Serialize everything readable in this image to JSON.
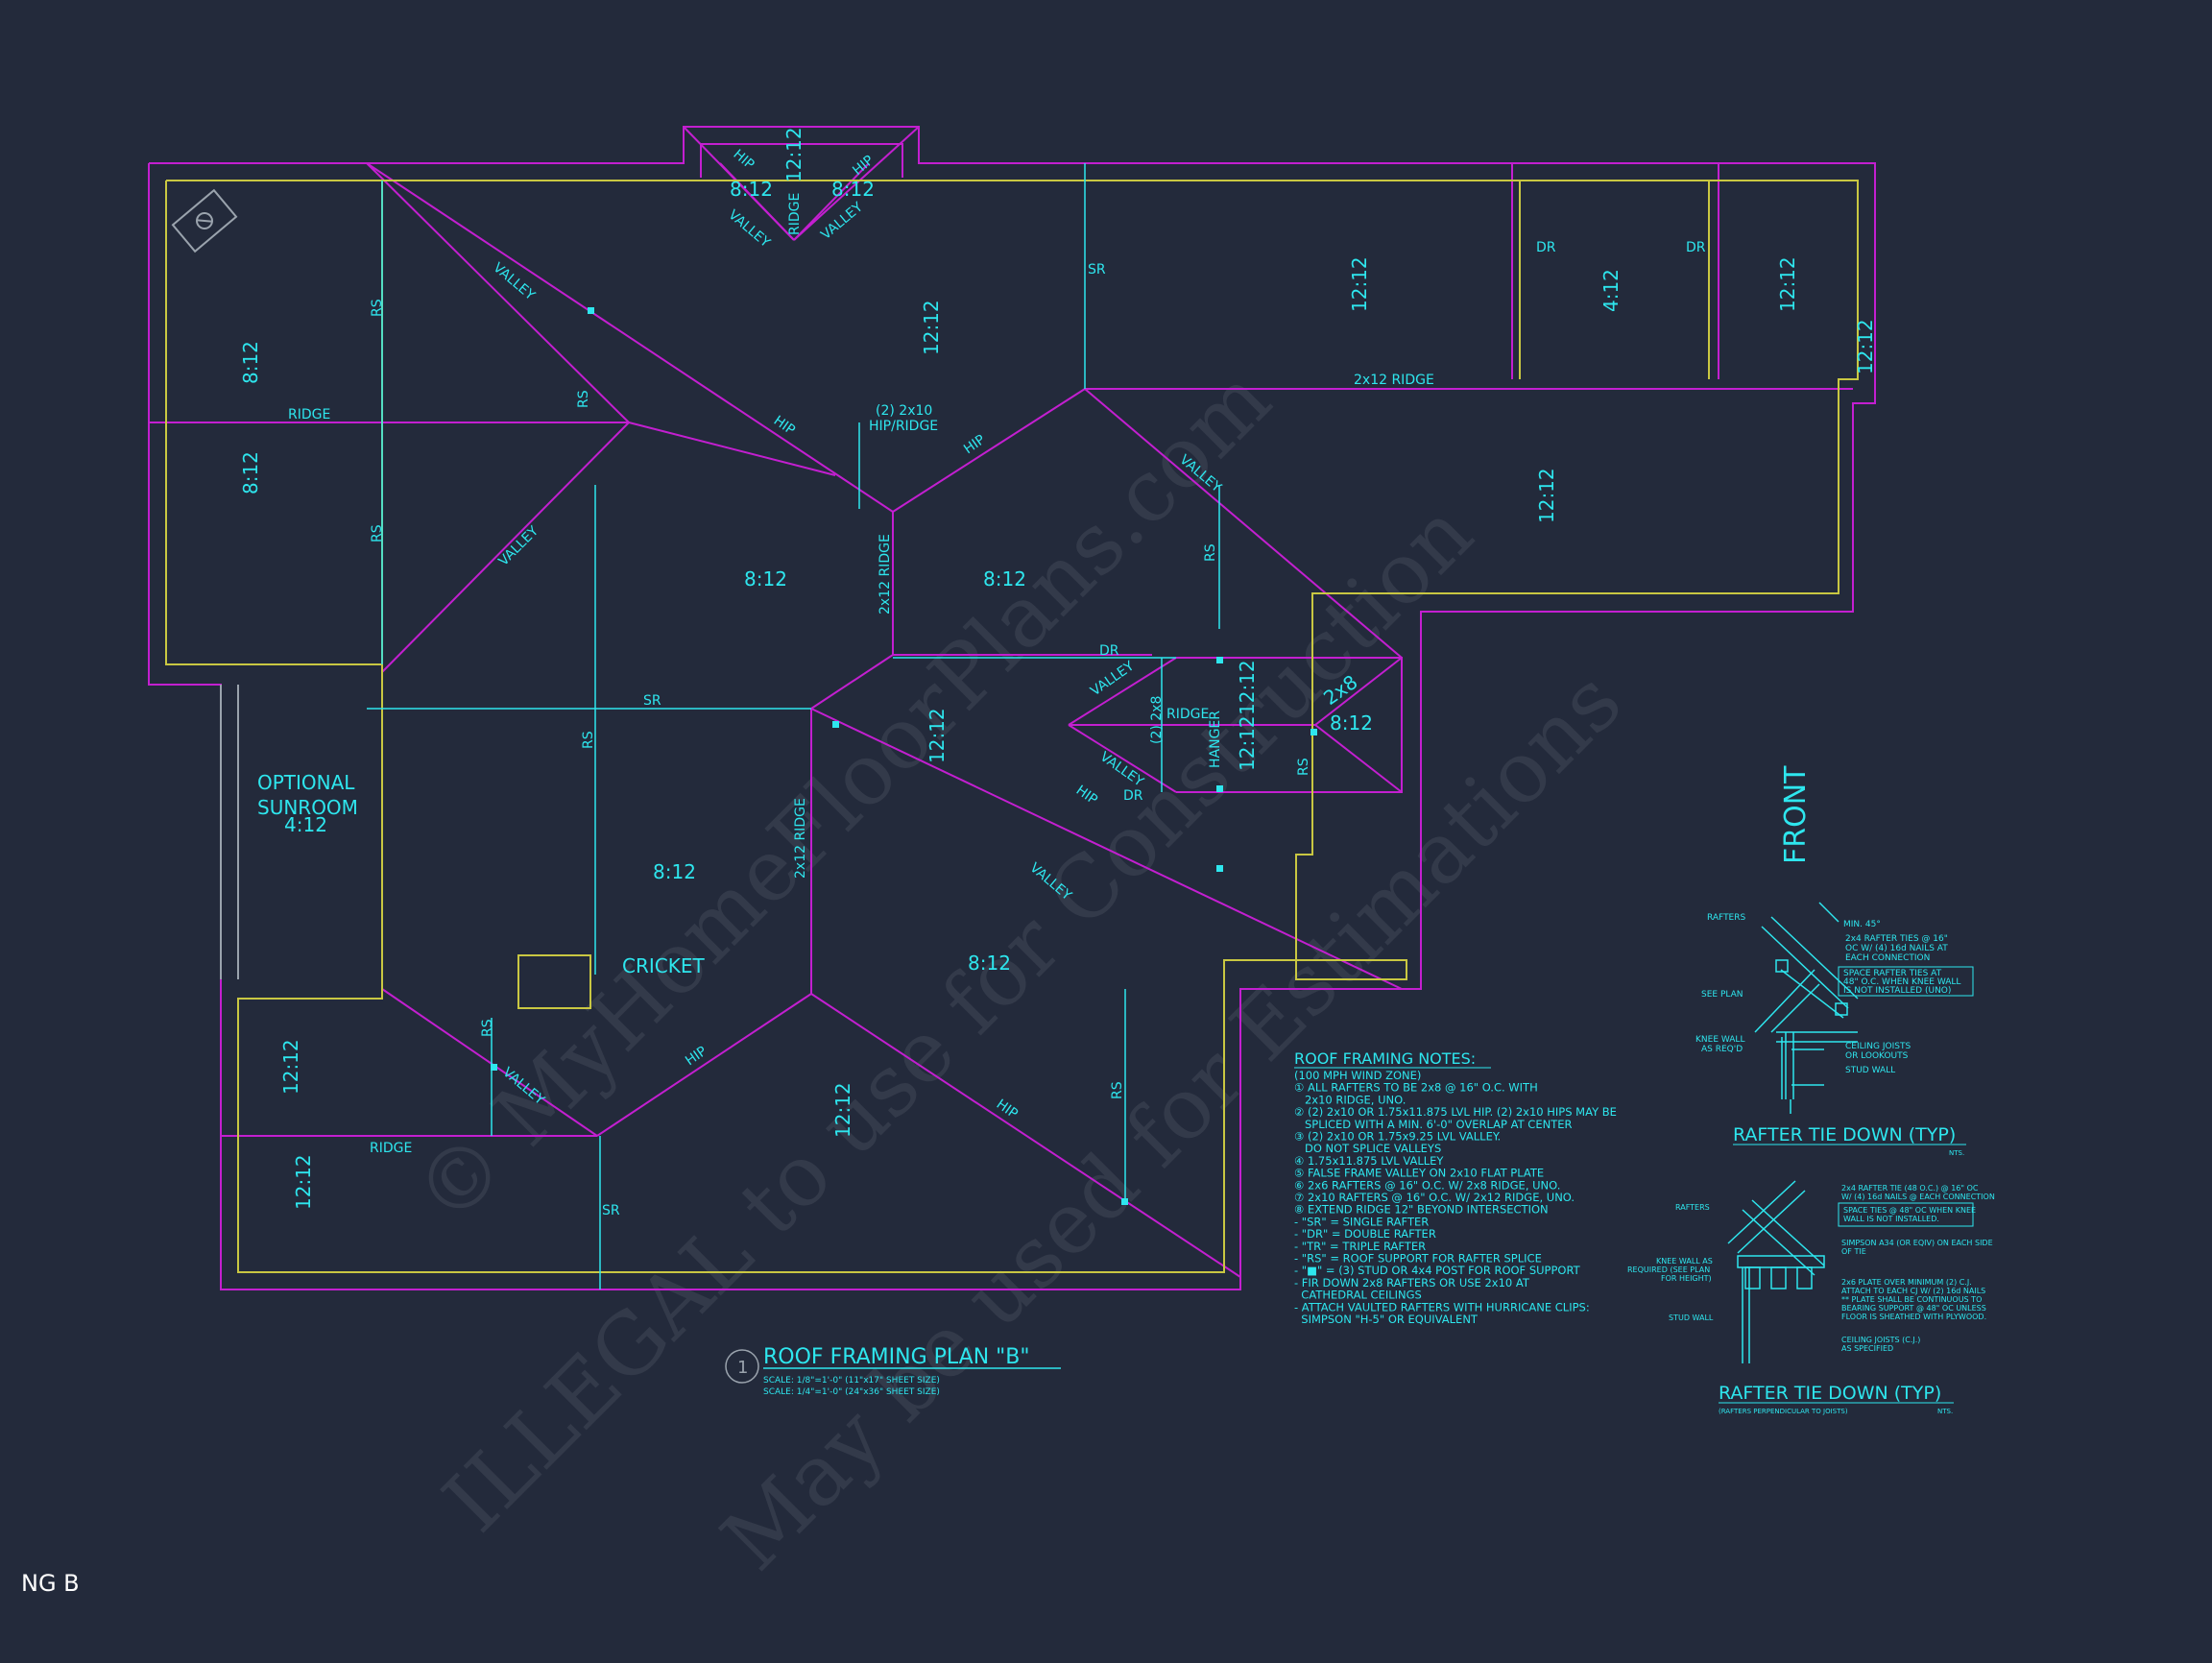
{
  "colors": {
    "background": "#232a3b",
    "cyan": "#2ee6ee",
    "magenta": "#c31fd0",
    "yellow": "#c9c742",
    "gray": "#9aa3ad"
  },
  "sheet_code": "NG B",
  "front_label": "FRONT",
  "plan": {
    "title": "ROOF FRAMING PLAN \"B\"",
    "number": "1",
    "scale_1": "SCALE: 1/8\"=1'-0\" (11\"x17\" SHEET SIZE)",
    "scale_2": "SCALE: 1/4\"=1'-0\" (24\"x36\" SHEET SIZE)",
    "optional_sunroom": [
      "OPTIONAL",
      "SUNROOM"
    ],
    "cricket": "CRICKET",
    "hip_ridge_callout": [
      "(2) 2x10",
      "HIP/RIDGE"
    ],
    "hanger": "HANGER",
    "pitches": [
      "8:12",
      "12:12",
      "4:12",
      "2x8"
    ],
    "labels": {
      "ridge": "RIDGE",
      "valley": "VALLEY",
      "hip": "HIP",
      "sr": "SR",
      "rs": "RS",
      "dr": "DR",
      "ridge_2x12": "2x12 RIDGE",
      "two_x_eight": "(2) 2x8"
    }
  },
  "notes": {
    "title": "ROOF FRAMING NOTES:",
    "lines": [
      "(100 MPH WIND ZONE)",
      "① ALL RAFTERS TO BE 2x8 @ 16\" O.C. WITH",
      "   2x10 RIDGE, UNO.",
      "② (2) 2x10 OR 1.75x11.875 LVL HIP. (2) 2x10 HIPS MAY BE",
      "   SPLICED WITH A MIN. 6'-0\" OVERLAP AT CENTER",
      "③ (2) 2x10 OR 1.75x9.25 LVL VALLEY.",
      "   DO NOT SPLICE VALLEYS",
      "④ 1.75x11.875 LVL VALLEY",
      "⑤ FALSE FRAME VALLEY ON 2x10 FLAT PLATE",
      "⑥ 2x6 RAFTERS @ 16\" O.C. W/ 2x8 RIDGE, UNO.",
      "⑦ 2x10 RAFTERS @ 16\" O.C. W/ 2x12 RIDGE, UNO.",
      "⑧ EXTEND RIDGE 12\" BEYOND INTERSECTION",
      "- \"SR\" = SINGLE RAFTER",
      "- \"DR\" = DOUBLE RAFTER",
      "- \"TR\" = TRIPLE RAFTER",
      "- \"RS\" = ROOF SUPPORT FOR RAFTER SPLICE",
      "- \"■\" = (3) STUD OR 4x4 POST FOR ROOF SUPPORT",
      "- FIR DOWN 2x8 RAFTERS OR USE 2x10 AT",
      "  CATHEDRAL CEILINGS",
      "- ATTACH VAULTED RAFTERS WITH HURRICANE CLIPS:",
      "  SIMPSON \"H-5\" OR EQUIVALENT"
    ]
  },
  "detail1": {
    "title": "RAFTER TIE DOWN (TYP)",
    "nts": "NTS.",
    "labels": {
      "rafters": "RAFTERS",
      "min45": "MIN. 45°",
      "ties": [
        "2x4 RAFTER TIES @ 16\"",
        "OC W/ (4) 16d NAILS AT",
        "EACH CONNECTION"
      ],
      "space": [
        "SPACE RAFTER TIES AT",
        "48\" O.C. WHEN KNEE WALL",
        "IS NOT INSTALLED (UNO)"
      ],
      "see_plan": "SEE PLAN",
      "knee": [
        "KNEE WALL",
        "AS REQ'D"
      ],
      "ceiling": [
        "CEILING JOISTS",
        "OR LOOKOUTS"
      ],
      "stud": "STUD WALL"
    }
  },
  "detail2": {
    "title": "RAFTER TIE DOWN (TYP)",
    "subtitle": "(RAFTERS PERPENDICULAR TO JOISTS)",
    "nts": "NTS.",
    "labels": {
      "rafters": "RAFTERS",
      "tie": [
        "2x4 RAFTER TIE (48 O.C.) @ 16\" OC",
        "W/ (4) 16d NAILS @ EACH CONNECTION"
      ],
      "space": [
        "SPACE TIES @ 48\" OC WHEN KNEE",
        "WALL IS NOT INSTALLED."
      ],
      "knee": [
        "KNEE WALL AS",
        "REQUIRED (SEE PLAN",
        "FOR HEIGHT)"
      ],
      "simpson": [
        "SIMPSON A34 (OR EQIV) ON EACH SIDE",
        "OF TIE"
      ],
      "plate": [
        "2x6 PLATE OVER MINIMUM (2) C.J.",
        "ATTACH TO EACH CJ W/ (2) 16d NAILS",
        "** PLATE SHALL BE CONTINUOUS TO",
        "BEARING SUPPORT @ 48\" OC UNLESS",
        "FLOOR IS SHEATHED WITH PLYWOOD."
      ],
      "stud": "STUD WALL",
      "ceiling": [
        "CEILING JOISTS (C.J.)",
        "AS SPECIFIED"
      ]
    }
  },
  "watermark": [
    "© MyHomeFloorPlans.com",
    "ILLEGAL to use for Construction",
    "May be used for Estimations"
  ]
}
